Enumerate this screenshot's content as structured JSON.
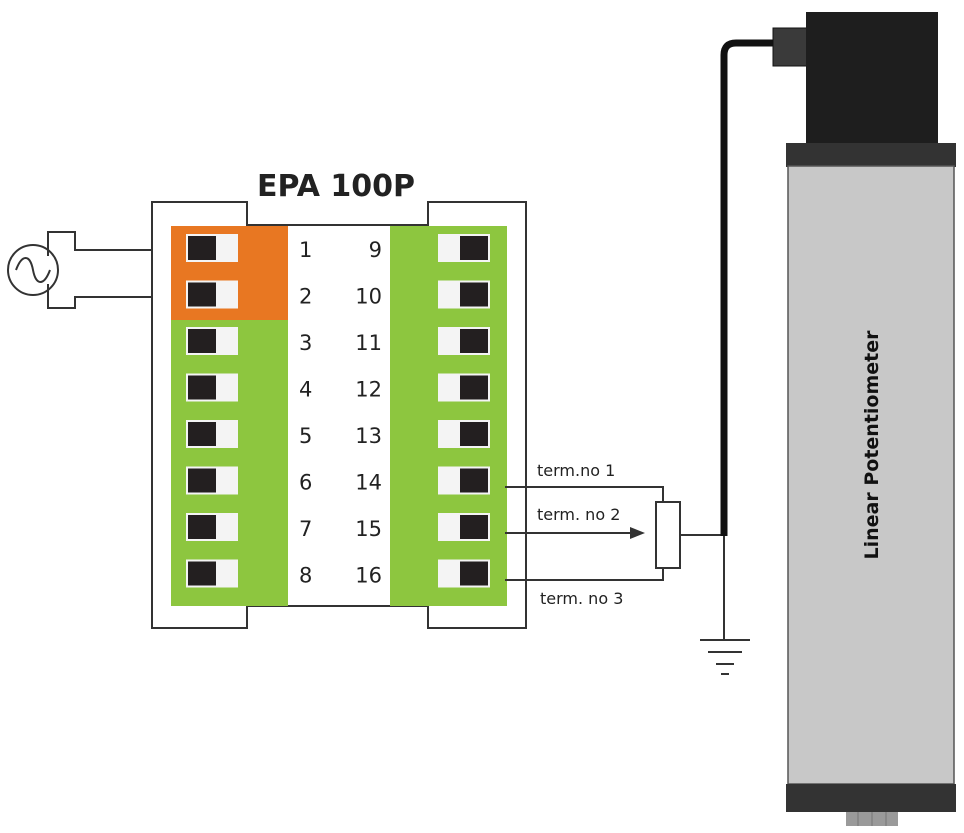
{
  "device": {
    "title": "EPA 100P",
    "left_terminals": [
      "1",
      "2",
      "3",
      "4",
      "5",
      "6",
      "7",
      "8"
    ],
    "right_terminals": [
      "9",
      "10",
      "11",
      "12",
      "13",
      "14",
      "15",
      "16"
    ]
  },
  "wiring": {
    "term1_label": "term.no 1",
    "term2_label": "term. no 2",
    "term3_label": "term. no 3"
  },
  "sensor": {
    "label": "Linear Potentiometer"
  },
  "colors": {
    "power_block": "#e87722",
    "terminal_block": "#8dc63f",
    "screw_dark": "#231f20",
    "sensor_body": "#c8c8c8",
    "sensor_cap": "#1e1e1e"
  }
}
